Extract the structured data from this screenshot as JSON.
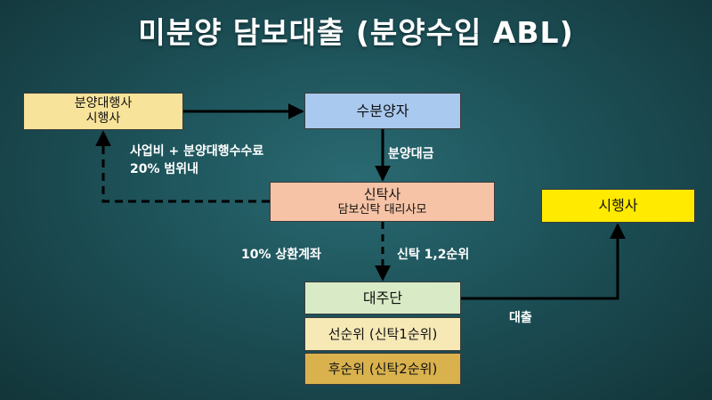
{
  "title": "미분양 담보대출 (분양수입 ABL)",
  "nodes": {
    "agency": [
      "분양대행사",
      "시행사"
    ],
    "buyer": "수분양자",
    "trust": {
      "name": "신탁사",
      "sub": "담보신탁 대리사모"
    },
    "developer": "시행사",
    "lender": "대주단",
    "senior": "선순위 (신탁1순위)",
    "junior": "후순위 (신탁2순위)"
  },
  "labels": {
    "fee": [
      "사업비 + 분양대행수수료",
      "20% 범위내"
    ],
    "sale_payment": "분양대금",
    "repay_account": "10% 상환계좌",
    "trust_rank": "신탁 1,2순위",
    "loan": "대출"
  },
  "colors": {
    "agency": "#f7e39a",
    "buyer": "#a9c9ef",
    "trust": "#f6c3a6",
    "developer": "#ffea00",
    "lender": "#d8ebc6",
    "senior": "#f6e9b6",
    "junior": "#d9b24e"
  }
}
